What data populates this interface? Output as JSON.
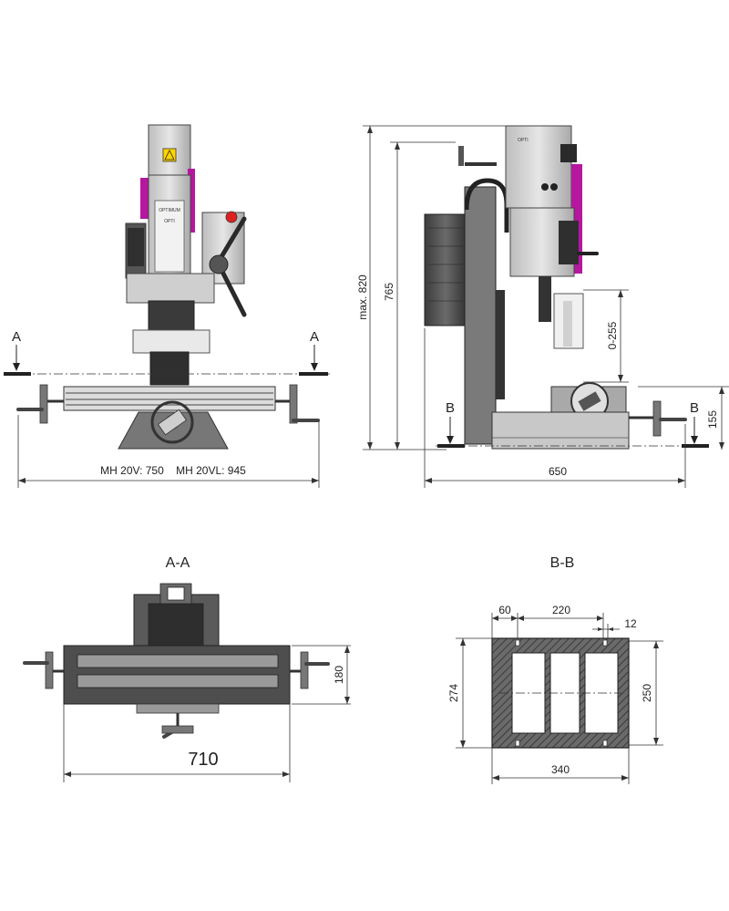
{
  "front_view": {
    "section_marker_left": "A",
    "section_marker_right": "A",
    "dimension_width": "MH 20V: 750    MH 20VL: 945"
  },
  "side_view": {
    "dim_max_height": "max. 820",
    "dim_height": "765",
    "dim_travel": "0-255",
    "dim_base_height": "155",
    "dim_depth": "650",
    "section_marker_left": "B",
    "section_marker_right": "B",
    "brand_label": "OPTI"
  },
  "head_plate": {
    "brand": "OPTIMUM",
    "logo": "OPTI"
  },
  "section_a": {
    "title": "A-A",
    "dim_height": "180",
    "dim_width": "710"
  },
  "section_b": {
    "title": "B-B",
    "dim_wall": "60",
    "dim_inner": "220",
    "dim_slot": "12",
    "dim_outer_height": "274",
    "dim_inner_height": "250",
    "dim_outer_width": "340"
  },
  "colors": {
    "accent": "#b5179e",
    "line": "#333333",
    "body_light": "#d4d4d4",
    "body_dark": "#5a5a5a"
  }
}
